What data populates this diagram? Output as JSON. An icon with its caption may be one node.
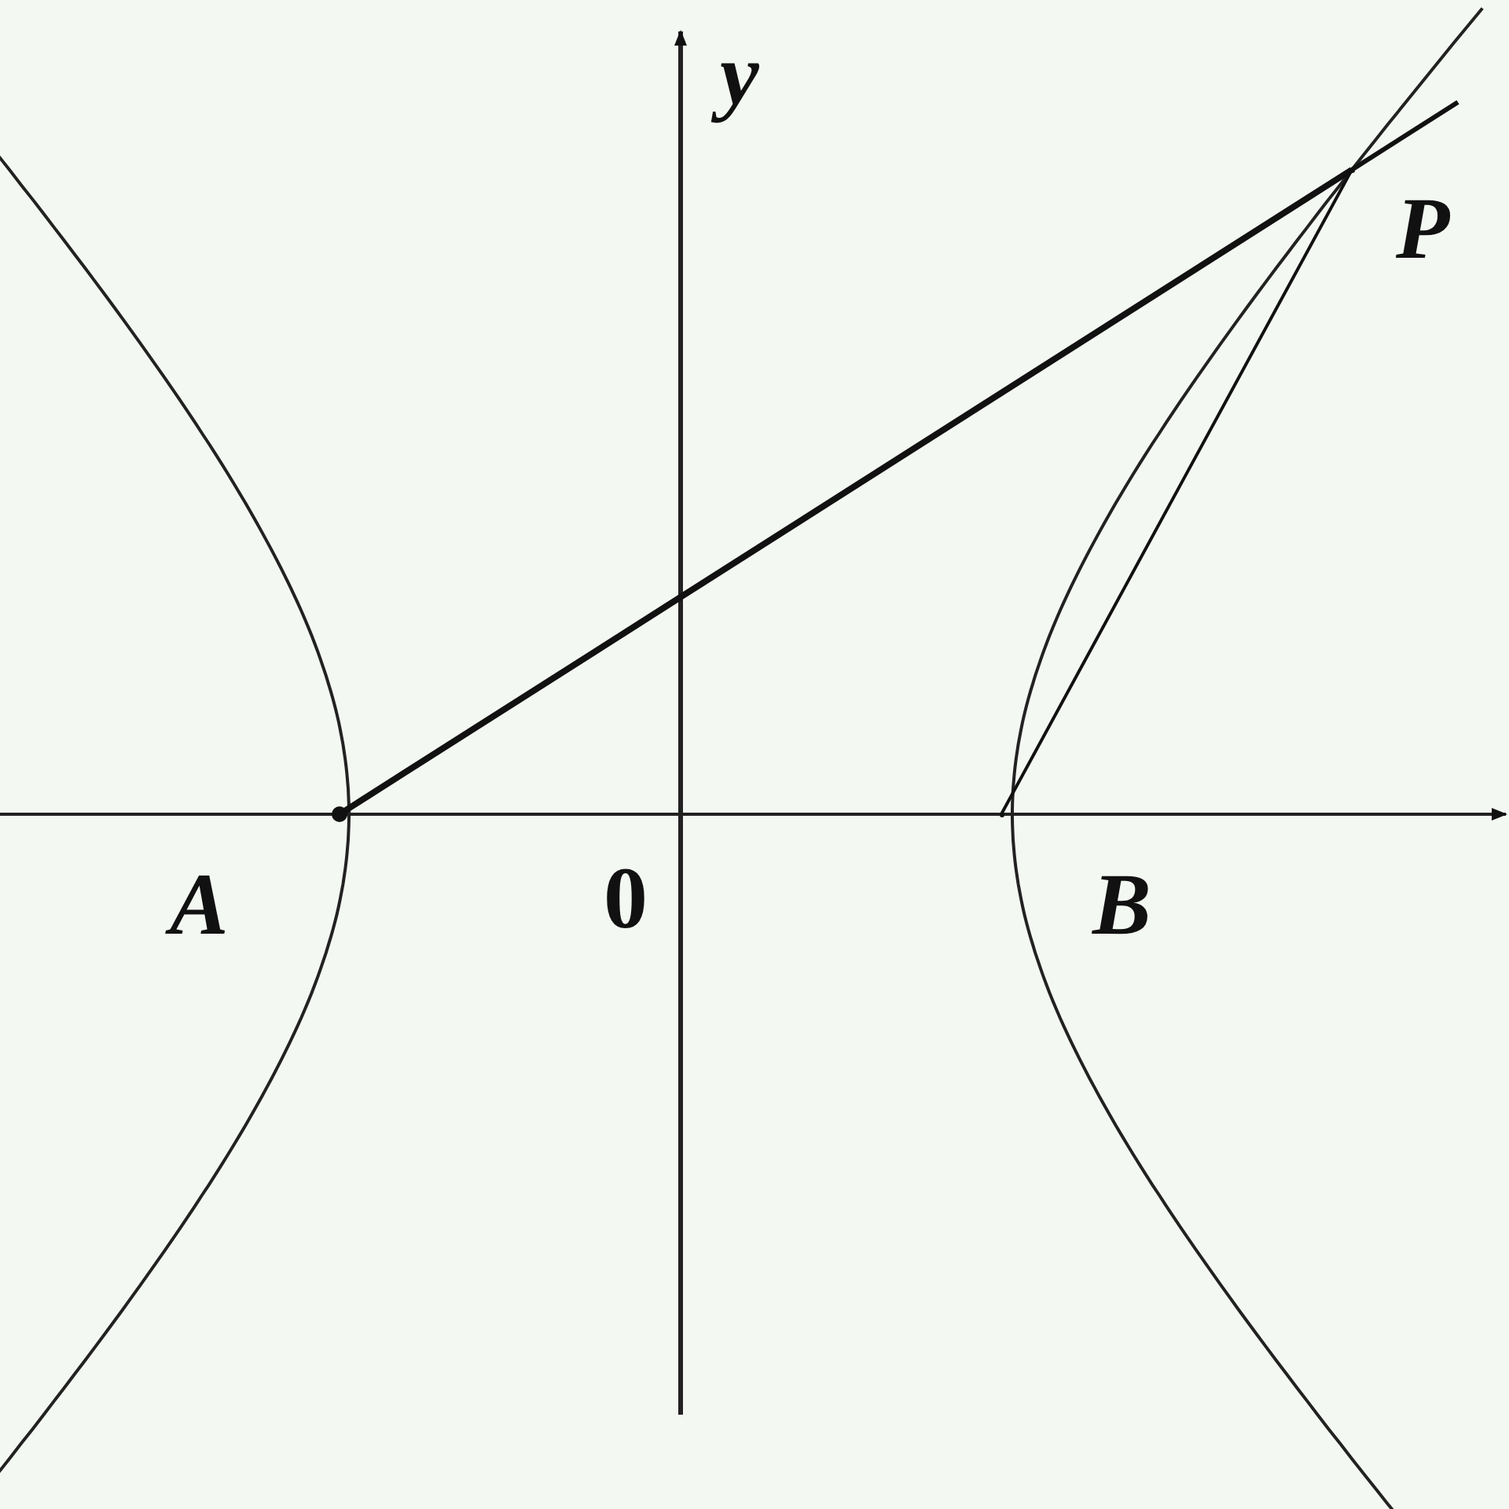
{
  "diagram": {
    "nodes": [
      {
        "text": [],
        "shape": "circle",
        "beside": [
          "A"
        ]
      },
      {
        "text": [],
        "shape": "circle",
        "beside": [
          "B"
        ]
      },
      {
        "text": [],
        "shape": "circle",
        "beside": [
          "P"
        ]
      }
    ],
    "edges": [
      {
        "from": 0,
        "to": 2,
        "arrow": "none",
        "style": "thick"
      },
      {
        "from": 1,
        "to": 2,
        "arrow": "none"
      }
    ],
    "labels": [
      "y",
      "0"
    ]
  }
}
